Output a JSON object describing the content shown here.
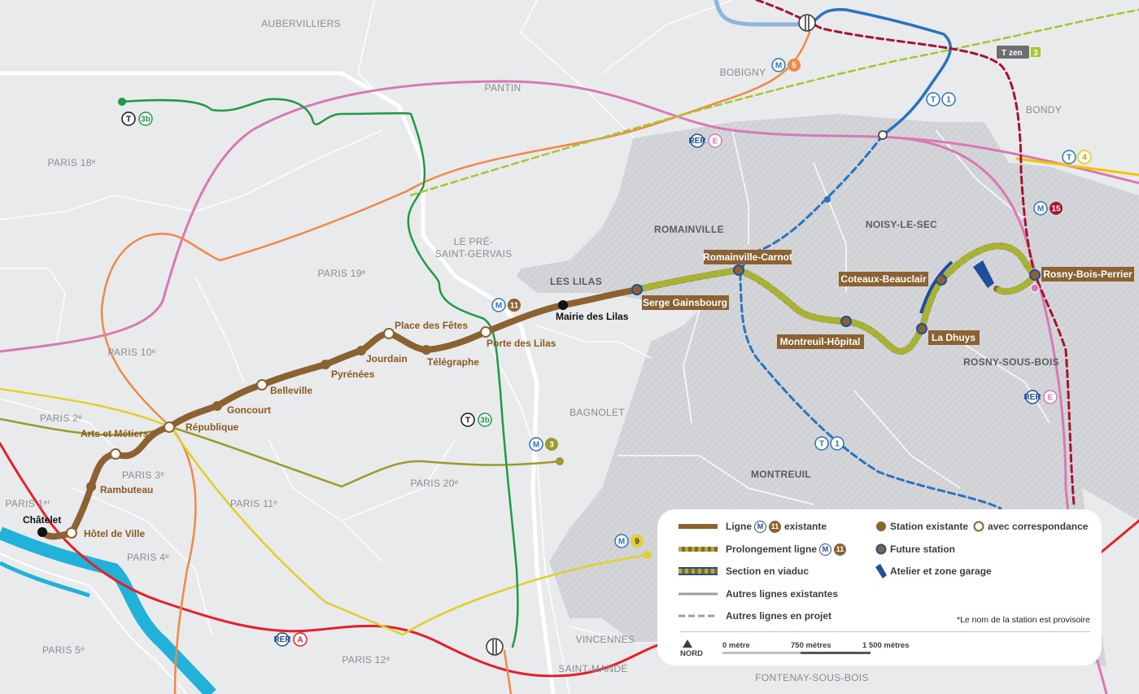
{
  "communes": {
    "aubervilliers": "AUBERVILLIERS",
    "pantin": "PANTIN",
    "bobigny": "BOBIGNY",
    "bondy": "BONDY",
    "paris18": "PARIS 18ᵉ",
    "paris19": "PARIS 19ᵉ",
    "paris10": "PARIS 10ᵉ",
    "paris2": "PARIS 2ᵉ",
    "paris3": "PARIS 3ᵉ",
    "paris1": "PARIS 1ᵉʳ",
    "paris4": "PARIS 4ᵉ",
    "paris11": "PARIS 11ᵉ",
    "paris20": "PARIS 20ᵉ",
    "paris5": "PARIS 5ᵉ",
    "paris12": "PARIS 12ᵉ",
    "pre_line1": "LE PRÉ-",
    "pre_line2": "SAINT-GERVAIS",
    "les_lilas": "LES LILAS",
    "romainville": "ROMAINVILLE",
    "noisy": "NOISY-LE-SEC",
    "bagnolet": "BAGNOLET",
    "montreuil": "MONTREUIL",
    "rosny": "ROSNY-SOUS-BOIS",
    "vincennes": "VINCENNES",
    "saint_mande": "SAINT-MANDÉ",
    "fontenay": "FONTENAY-SOUS-BOIS"
  },
  "stations_existing": {
    "chatelet": "Châtelet",
    "hotel_de_ville": "Hôtel de Ville",
    "rambuteau": "Rambuteau",
    "arts_metiers": "Arts et Métiers",
    "republique": "République",
    "goncourt": "Goncourt",
    "belleville": "Belleville",
    "pyrenees": "Pyrénées",
    "jourdain": "Jourdain",
    "place_fetes": "Place des Fêtes",
    "telegraphe": "Télégraphe",
    "porte_lilas": "Porte des Lilas",
    "mairie_lilas": "Mairie des Lilas"
  },
  "stations_future": {
    "serge_gainsbourg": "Serge Gainsbourg",
    "romainville_carnot": "Romainville-Carnot",
    "montreuil_hopital": "Montreuil-Hôpital",
    "la_dhuys": "La Dhuys",
    "coteaux_beauclair": "Coteaux-Beauclair",
    "rosny_bois_perrier": "Rosny-Bois-Perrier"
  },
  "badges": {
    "m5": "5",
    "m11": "11",
    "m3": "3",
    "m9": "9",
    "m15": "15",
    "t3b": "3b",
    "t1": "1",
    "t4": "4",
    "rer_e": "E",
    "rer_a": "A",
    "m": "M",
    "t": "T",
    "rer": "RER",
    "tzen": "zen",
    "tzen_t": "T",
    "tzen_num": "3"
  },
  "colors": {
    "line11": "#8d6233",
    "prolongement_stripe": "#a7b335",
    "viaduct": "#1f4e9c",
    "rer_a": "#e2222b",
    "rer_e": "#d879b6",
    "m5": "#ee8a48",
    "m3": "#9b9a2a",
    "m9": "#dfd02e",
    "t3b": "#1f9a48",
    "t1": "#2a74bd",
    "t4": "#f2c500",
    "m15": "#a51432",
    "seine": "#22b1d9",
    "tzen3": "#a7c62f",
    "projected_area": "#d6d7d9"
  },
  "legend": {
    "line11_before": "Ligne",
    "line11_after": "existante",
    "prolong_before": "Prolongement ligne",
    "viaduct": "Section en viaduc",
    "other_existing": "Autres lignes existantes",
    "other_project": "Autres lignes en projet",
    "station_existing": "Station existante",
    "with_correspondance": "avec correspondance",
    "future_station": "Future station",
    "atelier": "Atelier et zone garage",
    "note": "*Le nom de la station est provisoire",
    "north": "NORD",
    "scale_0": "0 mètre",
    "scale_750": "750 mètres",
    "scale_1500": "1 500 mètres"
  }
}
